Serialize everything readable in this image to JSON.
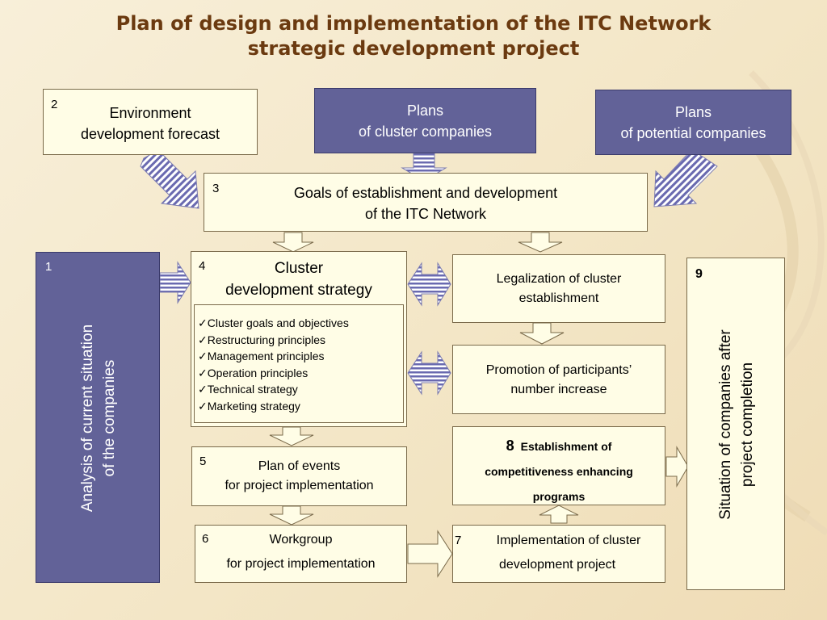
{
  "title": {
    "line1": "Plan of design and implementation of the ITC Network",
    "line2": "strategic development project"
  },
  "boxes": {
    "b2": {
      "num": "2",
      "line1": "Environment",
      "line2": "development forecast"
    },
    "plans_cluster": {
      "line1": "Plans",
      "line2": "of cluster companies"
    },
    "plans_potential": {
      "line1": "Plans",
      "line2": "of potential companies"
    },
    "b3": {
      "num": "3",
      "line1": "Goals of establishment and development",
      "line2": "of the ITC Network"
    },
    "b1": {
      "num": "1",
      "line1": "Analysis of current situation",
      "line2": "of the companies"
    },
    "b4": {
      "num": "4",
      "line1": "Cluster",
      "line2": "development strategy",
      "items": [
        "Cluster goals and objectives",
        "Restructuring principles",
        "Management principles",
        "Operation principles",
        "Technical strategy",
        "Marketing strategy"
      ]
    },
    "legal": {
      "line1": "Legalization of cluster",
      "line2": "establishment"
    },
    "promo": {
      "line1": "Promotion of participants’",
      "line2": "number increase"
    },
    "b8": {
      "num": "8",
      "line1": "Establishment of",
      "line2": "competitiveness enhancing",
      "line3": "programs"
    },
    "b5": {
      "num": "5",
      "line1": "Plan of events",
      "line2": "for project implementation"
    },
    "b6": {
      "num": "6",
      "line1": "Workgroup",
      "line2": "for project implementation"
    },
    "b7": {
      "num": "7",
      "line1": "Implementation of cluster",
      "line2": "development project"
    },
    "b9": {
      "num": "9",
      "line1": "Situation of companies after",
      "line2": "project completion"
    }
  },
  "colors": {
    "title": "#6b3a10",
    "purple": "#626298",
    "box_fill": "#fffde6",
    "arrow_stripe": "#6a6ab0"
  }
}
